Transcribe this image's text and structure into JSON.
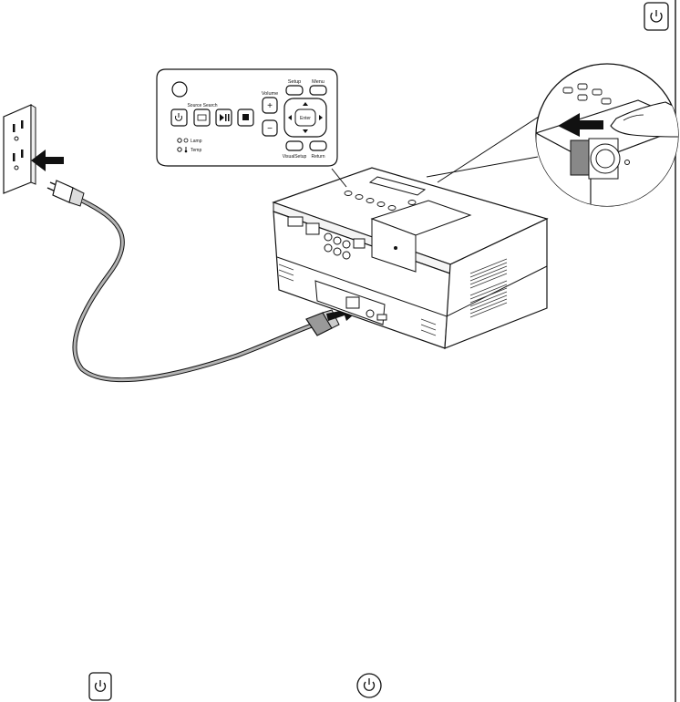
{
  "panel_labels": {
    "volume": "Volume",
    "setup": "Setup",
    "menu": "Menu",
    "source_search": "Source Search",
    "enter": "Enter",
    "lamp": "Lamp",
    "temp": "Temp",
    "visual_setup": "VisualSetup",
    "return": "Return",
    "plus": "+",
    "minus": "−"
  },
  "icons": {
    "top_right": "power-icon",
    "bottom_left": "power-icon",
    "bottom_middle": "power-icon"
  },
  "colors": {
    "line": "#111111",
    "arrow": "#111111",
    "panel_fill": "#ffffff",
    "cord": "#9a9a9a"
  }
}
